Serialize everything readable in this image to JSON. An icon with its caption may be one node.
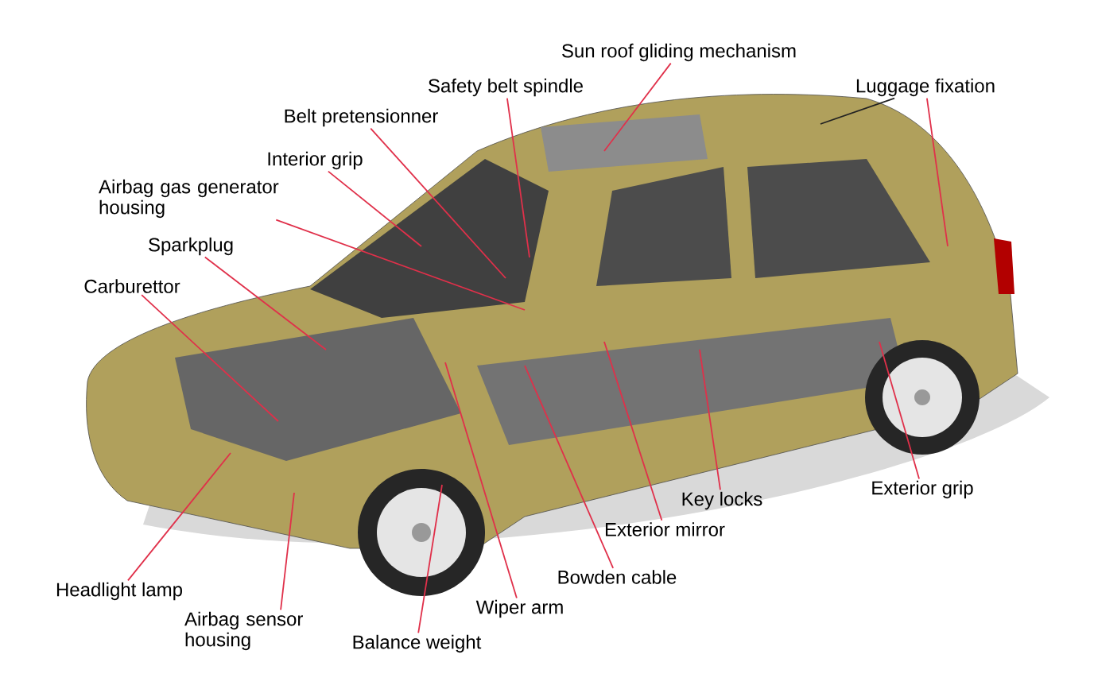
{
  "diagram": {
    "nodes": [
      {
        "text": [
          "Sun roof gliding mechanism"
        ]
      },
      {
        "text": [
          "Luggage fixation"
        ]
      },
      {
        "text": [
          "Safety belt spindle"
        ]
      },
      {
        "text": [
          "Belt pretensionner"
        ]
      },
      {
        "text": [
          "Interior grip"
        ]
      },
      {
        "text": [
          "Airbag gas generator housing"
        ]
      },
      {
        "text": [
          "Sparkplug"
        ]
      },
      {
        "text": [
          "Carburettor"
        ]
      },
      {
        "text": [
          "Headlight lamp"
        ]
      },
      {
        "text": [
          "Airbag sensor housing"
        ]
      },
      {
        "text": [
          "Balance weight"
        ]
      },
      {
        "text": [
          "Wiper arm"
        ]
      },
      {
        "text": [
          "Bowden cable"
        ]
      },
      {
        "text": [
          "Exterior mirror"
        ]
      },
      {
        "text": [
          "Key locks"
        ]
      },
      {
        "text": [
          "Exterior grip"
        ]
      }
    ],
    "edges": [
      {
        "from": 0,
        "to": null,
        "arrow": "none"
      },
      {
        "from": 1,
        "to": null,
        "arrow": "none"
      },
      {
        "from": 1,
        "to": null,
        "arrow": "none",
        "color": "#222222"
      },
      {
        "from": 2,
        "to": null,
        "arrow": "none"
      },
      {
        "from": 3,
        "to": null,
        "arrow": "none"
      },
      {
        "from": 4,
        "to": null,
        "arrow": "none"
      },
      {
        "from": 5,
        "to": null,
        "arrow": "none"
      },
      {
        "from": 6,
        "to": null,
        "arrow": "none"
      },
      {
        "from": 7,
        "to": null,
        "arrow": "none"
      },
      {
        "from": 8,
        "to": null,
        "arrow": "none"
      },
      {
        "from": 9,
        "to": null,
        "arrow": "none"
      },
      {
        "from": 10,
        "to": null,
        "arrow": "none"
      },
      {
        "from": 11,
        "to": null,
        "arrow": "none"
      },
      {
        "from": 12,
        "to": null,
        "arrow": "none"
      },
      {
        "from": 13,
        "to": null,
        "arrow": "none"
      },
      {
        "from": 14,
        "to": null,
        "arrow": "none"
      },
      {
        "from": 15,
        "to": null,
        "arrow": "none"
      }
    ]
  }
}
